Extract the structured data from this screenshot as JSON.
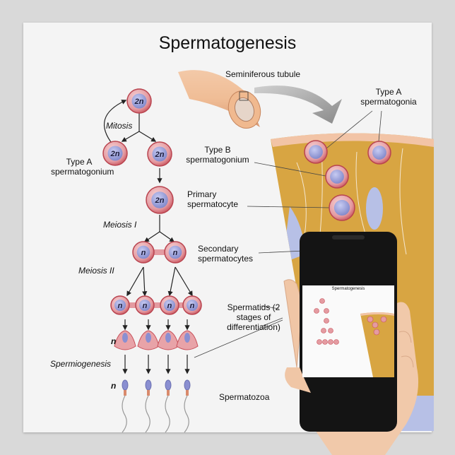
{
  "title": "Spermatogenesis",
  "labels": {
    "seminiferous_tubule": "Seminiferous tubule",
    "type_a_spermatogonia": "Type A spermatogonia",
    "type_a_spermatogonium": "Type A spermatogonium",
    "type_b_spermatogonium": "Type B spermatogonium",
    "primary_spermatocyte": "Primary spermatocyte",
    "secondary_spermatocytes": "Secondary spermatocytes",
    "spermatids": "Spermatids (2 stages of differentiation)",
    "spermatozoa": "Spermatozoa"
  },
  "stages": {
    "mitosis": "Mitosis",
    "meiosis_1": "Meiosis I",
    "meiosis_2": "Meiosis II",
    "spermiogenesis": "Spermiogenesis"
  },
  "ploidy": {
    "diploid": "2n",
    "haploid": "n"
  },
  "phone_preview": {
    "title": "Spermatogenesis"
  },
  "colors": {
    "cell_membrane": "#c8505a",
    "cell_body": "#e7a3a8",
    "nucleus": "#8a8fd1",
    "tubule_tissue": "#d8a542",
    "tubule_lumen": "#b7c0e6",
    "phone_body": "#141414"
  }
}
